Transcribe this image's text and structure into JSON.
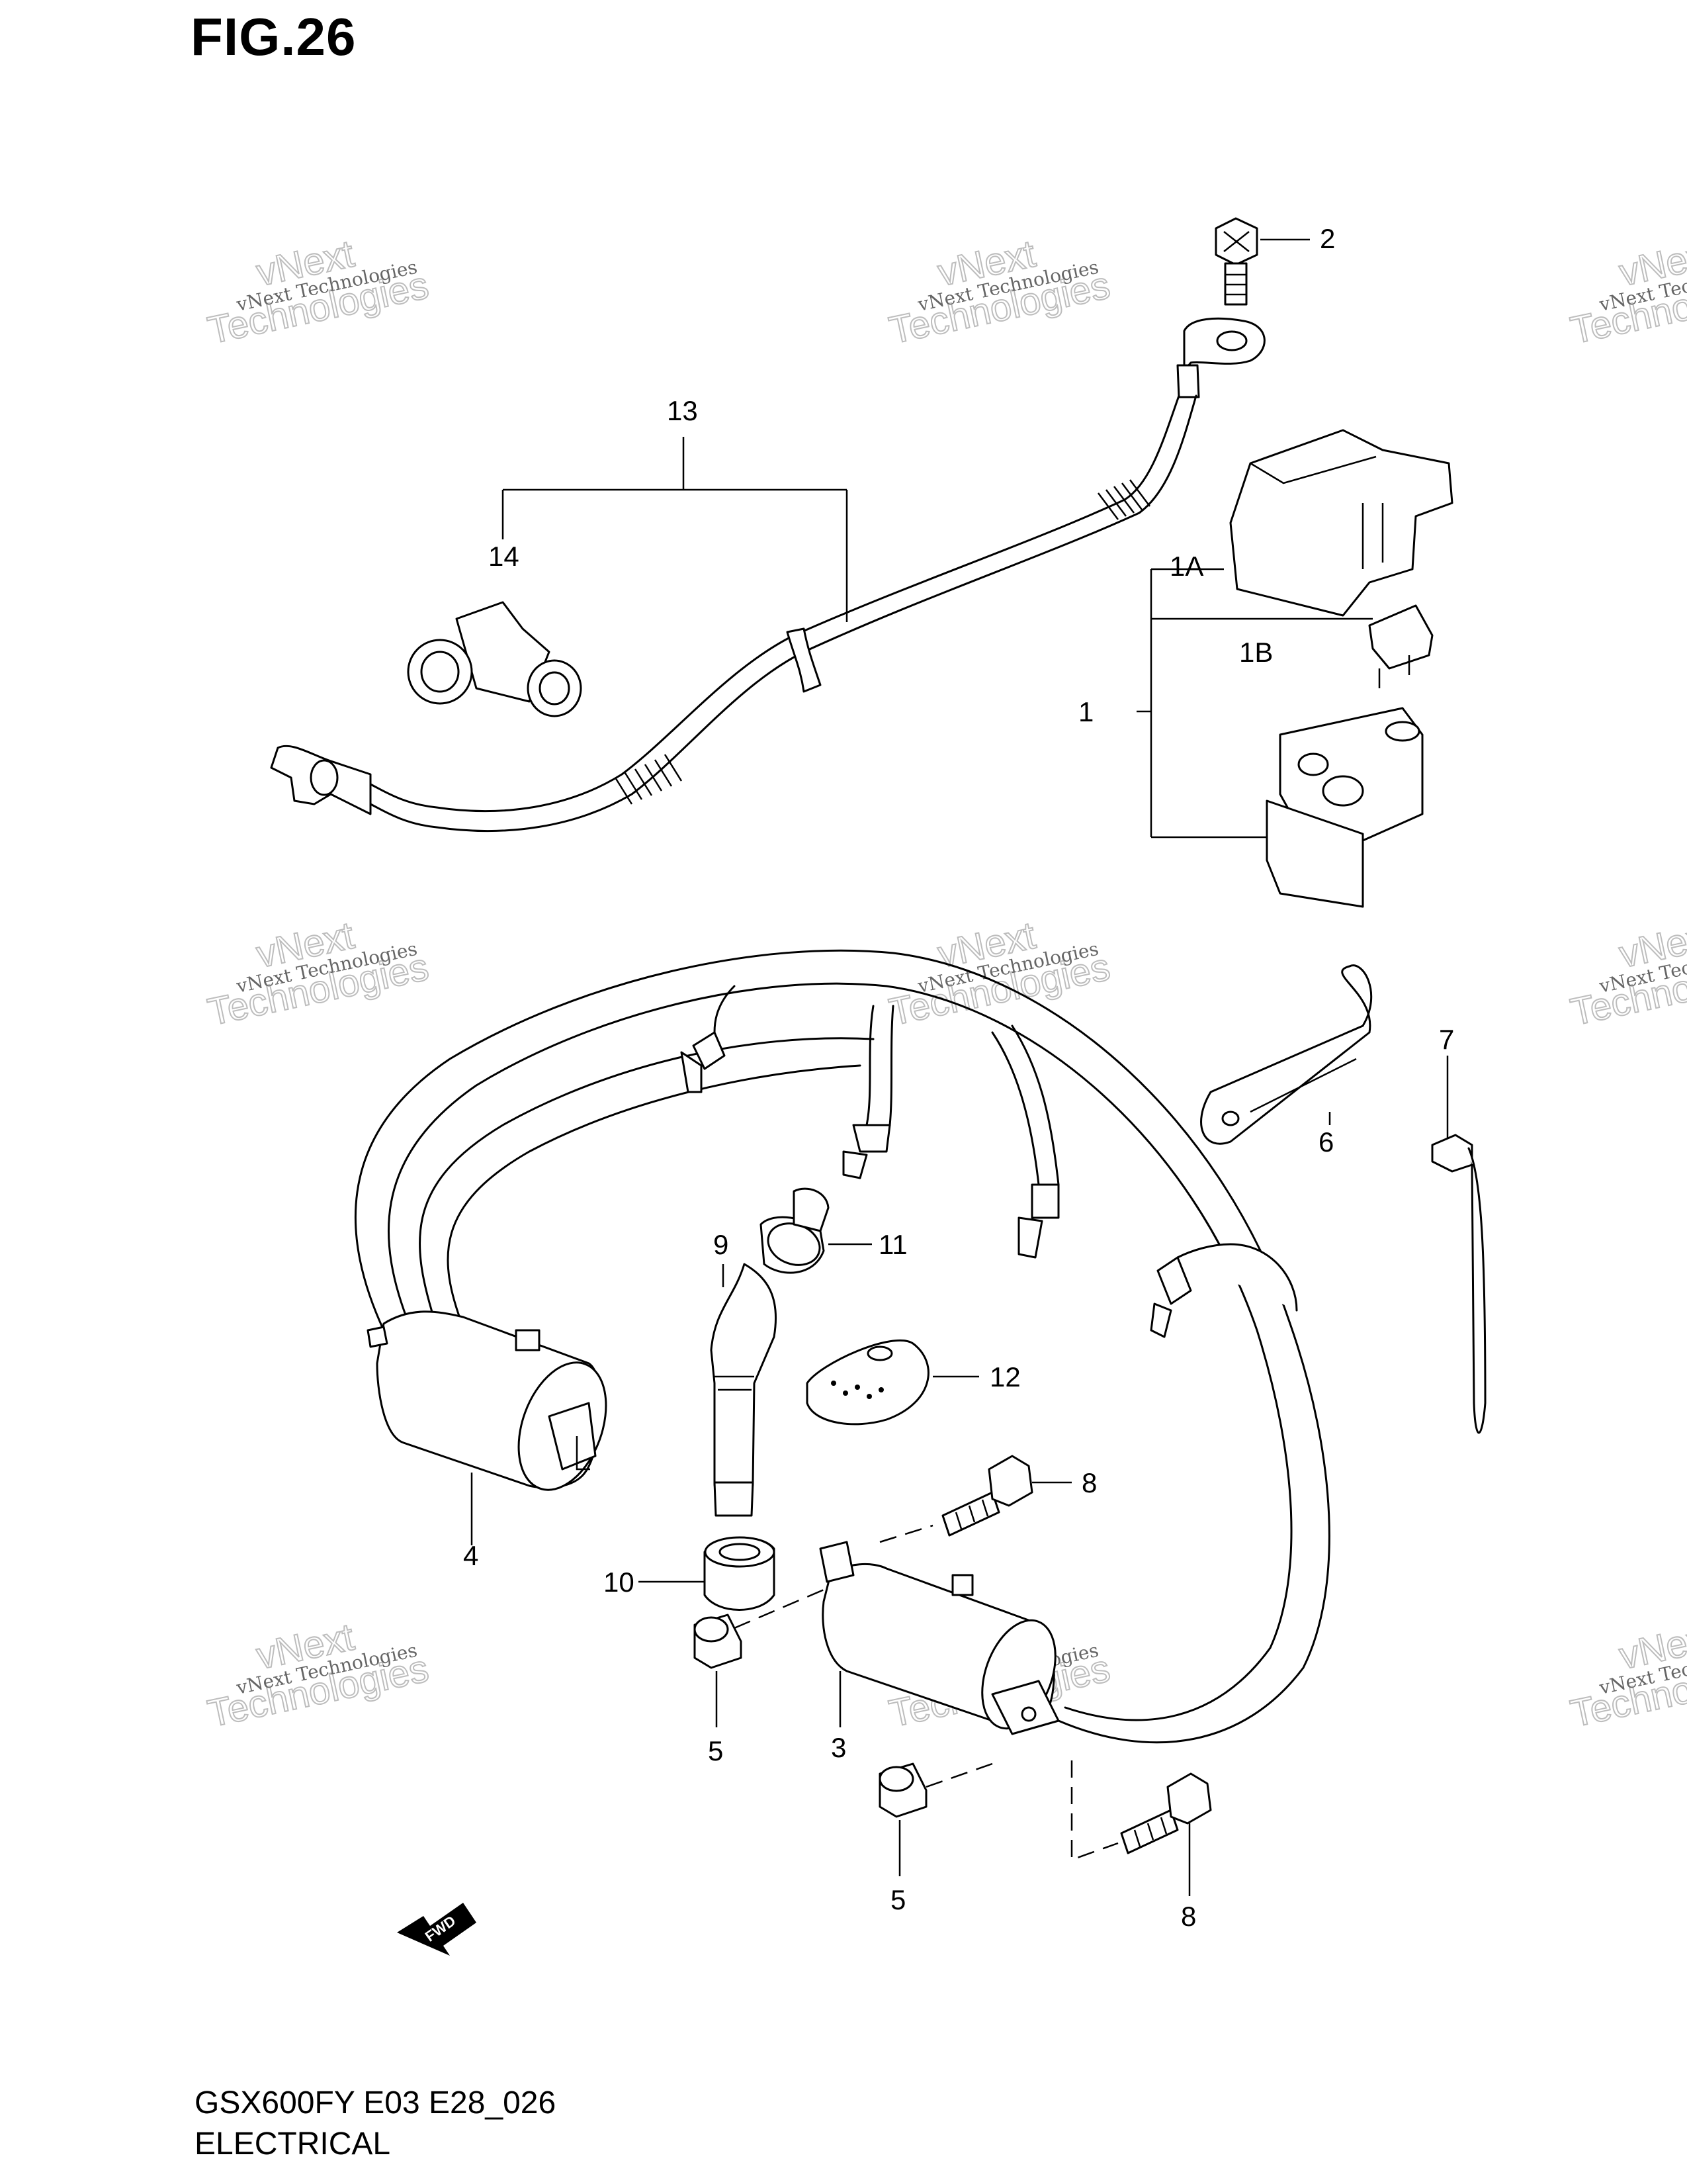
{
  "figure": {
    "title": "FIG.26",
    "model_code": "GSX600FY E03 E28_026",
    "section_name": "ELECTRICAL"
  },
  "watermark": {
    "line1": "vNext Technologies",
    "big_top": "vNext",
    "big_bottom": "Technologies"
  },
  "callouts": {
    "c1": "1",
    "c1a": "1A",
    "c1b": "1B",
    "c2": "2",
    "c3": "3",
    "c4": "4",
    "c5a": "5",
    "c5b": "5",
    "c6": "6",
    "c7": "7",
    "c8a": "8",
    "c8b": "8",
    "c9": "9",
    "c10": "10",
    "c11": "11",
    "c12": "12",
    "c13": "13",
    "c14": "14"
  },
  "fwd_label": "FWD"
}
